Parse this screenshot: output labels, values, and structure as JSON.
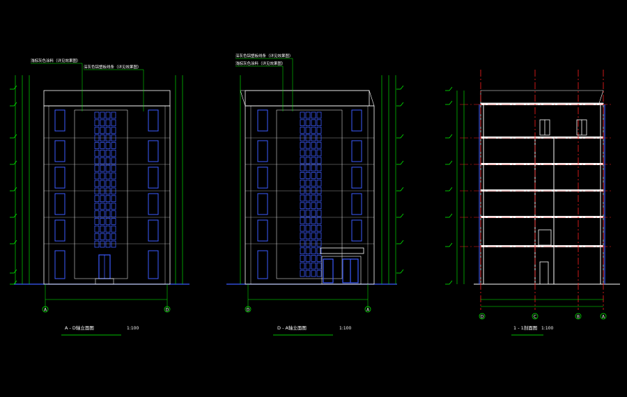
{
  "colors": {
    "background": "#000000",
    "outline": "#ffffff",
    "dimension": "#00ff00",
    "window": "#3b5bff",
    "axis": "#ff2020",
    "annotation": "#ffffff",
    "title": "#ffffff",
    "section_fill": "#ffffff"
  },
  "notes": {
    "elev1_line1": "浅棕灰色涂料（详见效果图）",
    "elev1_line2": "深灰色铝塑板线条（详见效果图）",
    "elev2_line1": "深灰色铝塑板线条（详见效果图）",
    "elev2_line2": "浅棕灰色涂料（详见效果图）"
  },
  "titles": {
    "elev1": "A - D轴立面图",
    "elev1_scale": "1:100",
    "elev2": "D - A轴立面图",
    "elev2_scale": "1:100",
    "section": "1 - 1剖面图",
    "section_scale": "1:100"
  },
  "axes": {
    "elev1_left": "A",
    "elev1_right": "D",
    "elev2_left": "D",
    "elev2_right": "A",
    "sec1": "D",
    "sec2": "C",
    "sec3": "B",
    "sec4": "A"
  }
}
